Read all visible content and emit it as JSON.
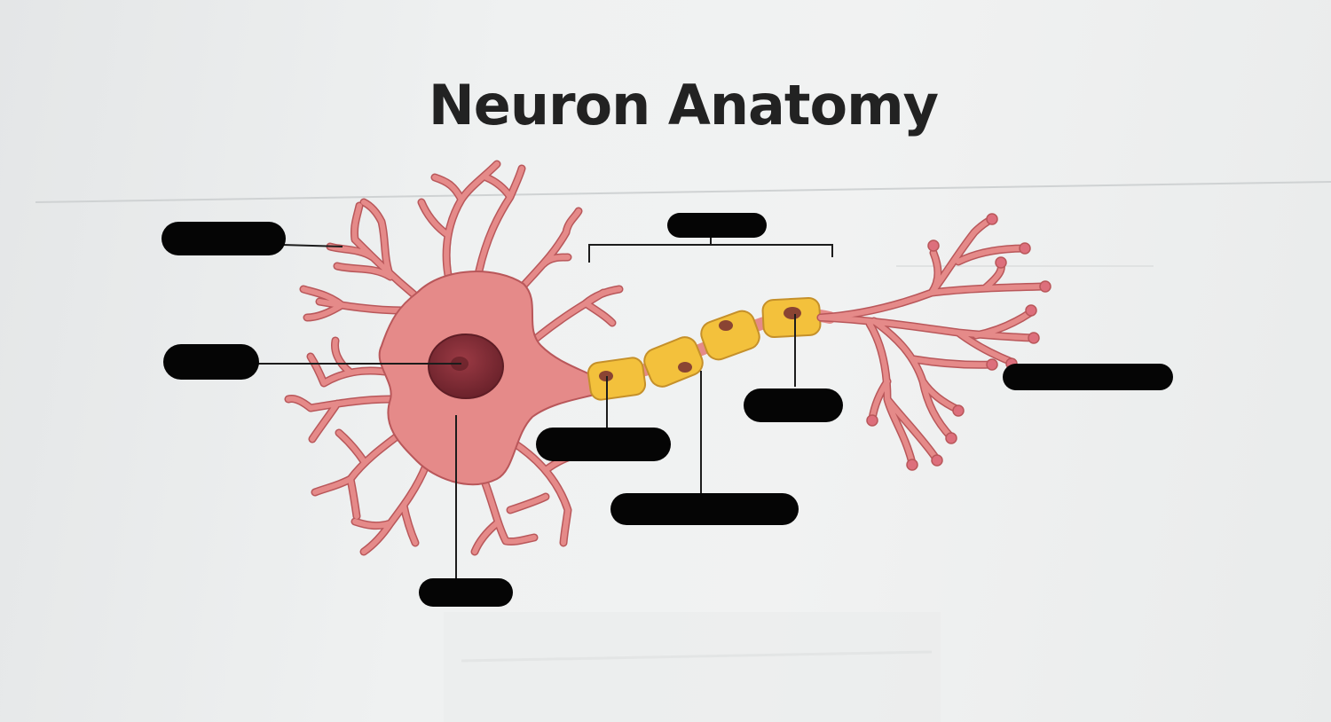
{
  "diagram": {
    "title": "Neuron Anatomy",
    "labels": [
      {
        "id": "dendrite-label",
        "text": "",
        "redacted": true
      },
      {
        "id": "nucleus-label",
        "text": "",
        "redacted": true
      },
      {
        "id": "cell-body-label",
        "text": "",
        "redacted": true
      },
      {
        "id": "axon-label",
        "text": "",
        "redacted": true
      },
      {
        "id": "node-of-ranvier-label",
        "text": "",
        "redacted": true
      },
      {
        "id": "myelin-sheath-label",
        "text": "",
        "redacted": true
      },
      {
        "id": "schwann-cell-label",
        "text": "",
        "redacted": true
      },
      {
        "id": "axon-terminal-label",
        "text": "",
        "redacted": true
      }
    ]
  },
  "colors": {
    "neuron_fill": "#e58a89",
    "neuron_stroke": "#b9575a",
    "nucleus_fill": "#7f2e36",
    "myelin_fill": "#f3c13c",
    "myelin_stroke": "#c5902a",
    "myelin_nucleus": "#8a4433",
    "leader_line": "#1c1c1c",
    "redaction": "#050505",
    "terminal_knob": "#dd6f7c"
  }
}
